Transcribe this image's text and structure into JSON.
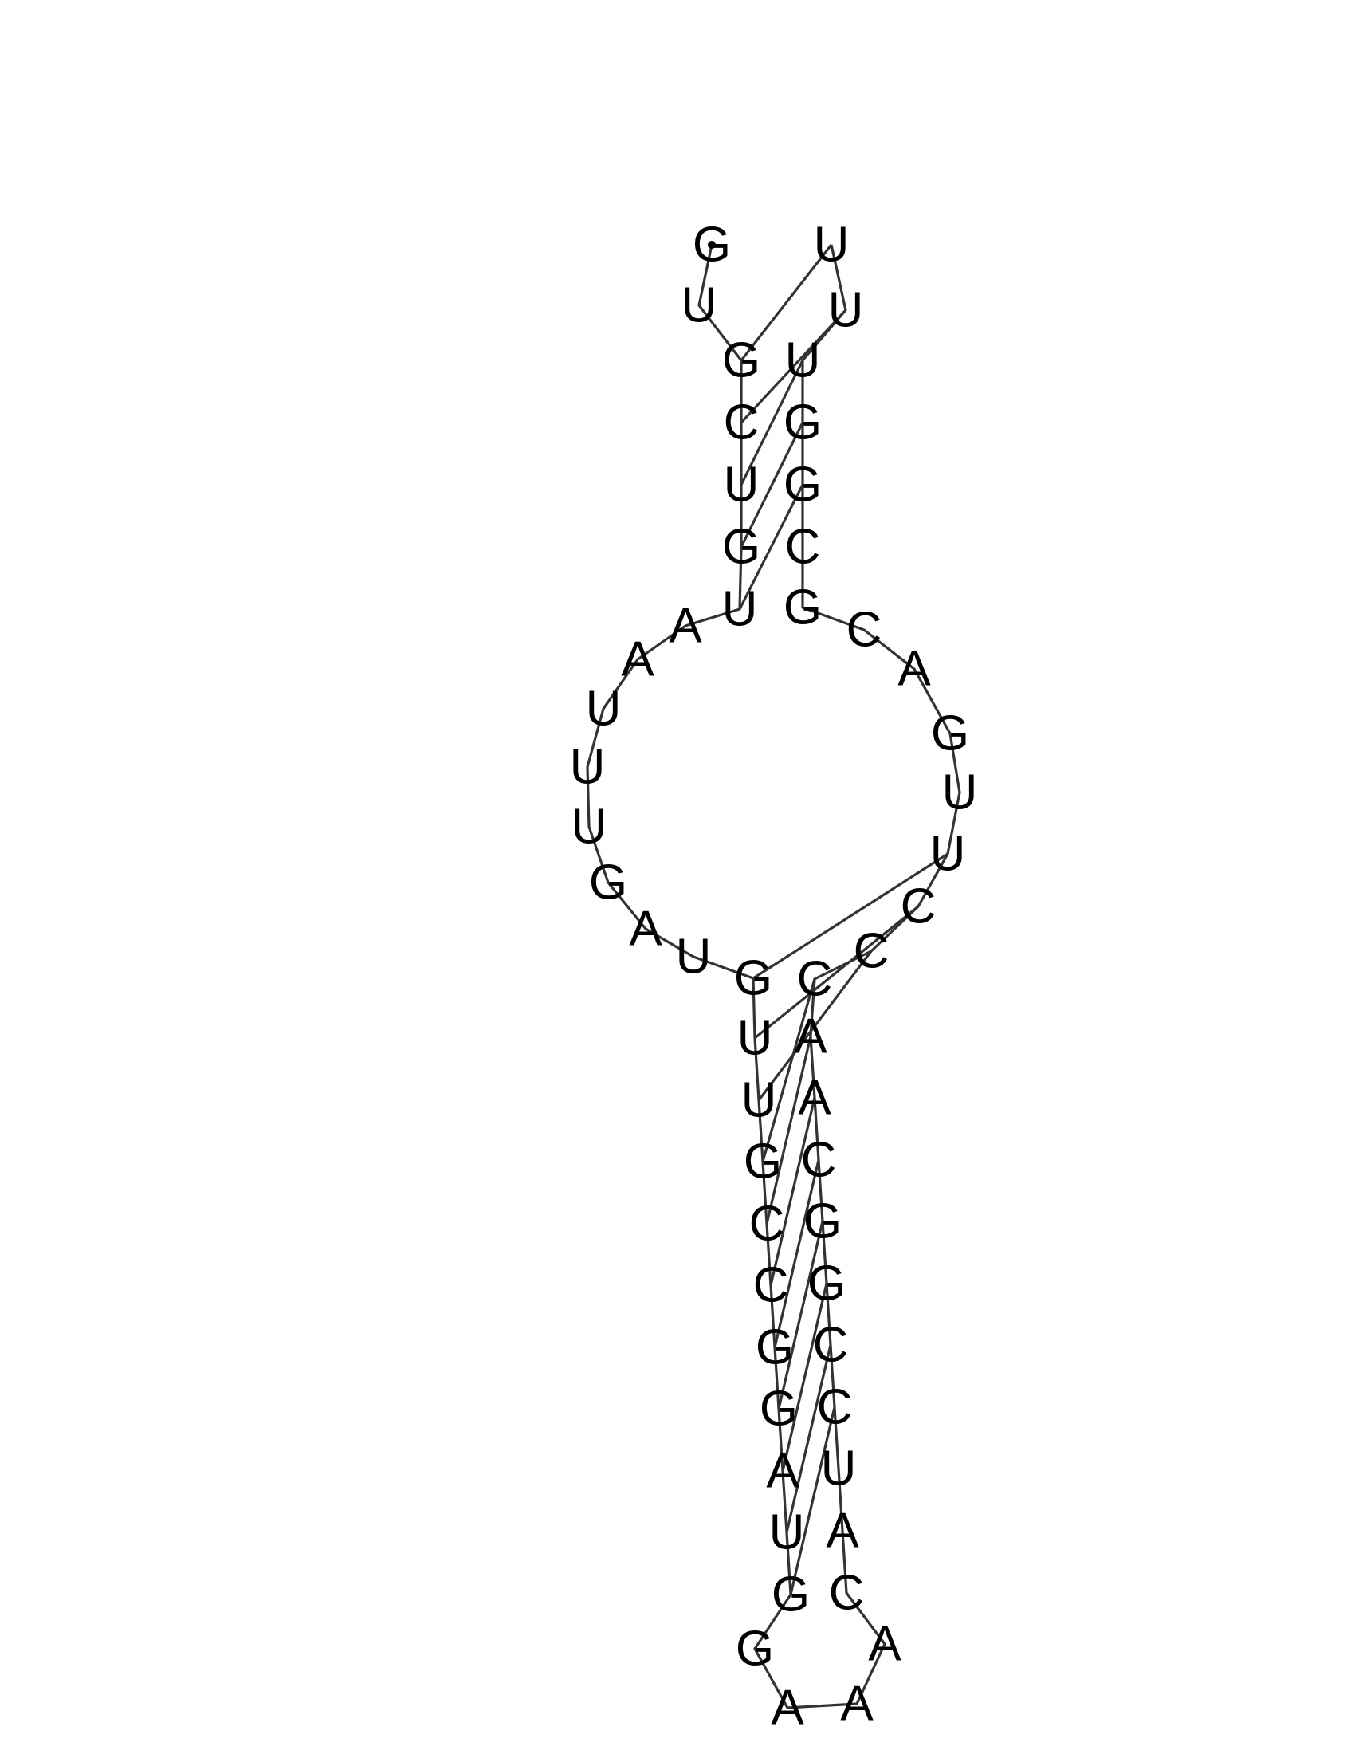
{
  "structure": {
    "sequence": [
      "G",
      "U",
      "G",
      "C",
      "U",
      "G",
      "U",
      "A",
      "A",
      "U",
      "U",
      "U",
      "G",
      "A",
      "U",
      "G",
      "U",
      "U",
      "G",
      "C",
      "C",
      "G",
      "G",
      "A",
      "U",
      "G",
      "G",
      "A",
      "A",
      "A",
      "C",
      "A",
      "U",
      "C",
      "C",
      "G",
      "G",
      "C",
      "A",
      "A",
      "C",
      "C",
      "C",
      "U",
      "U",
      "G",
      "A",
      "C",
      "G",
      "C",
      "G",
      "G",
      "U",
      "U",
      "U"
    ],
    "pairs": [
      [
        3,
        55
      ],
      [
        4,
        54
      ],
      [
        5,
        53
      ],
      [
        6,
        52
      ],
      [
        7,
        51
      ],
      [
        16,
        44
      ],
      [
        17,
        43
      ],
      [
        18,
        42
      ],
      [
        19,
        41
      ],
      [
        20,
        40
      ],
      [
        21,
        39
      ],
      [
        22,
        38
      ],
      [
        23,
        37
      ],
      [
        24,
        36
      ],
      [
        25,
        35
      ],
      [
        26,
        34
      ]
    ],
    "colors": {
      "letters": "#000000",
      "lines": "#333333"
    }
  }
}
